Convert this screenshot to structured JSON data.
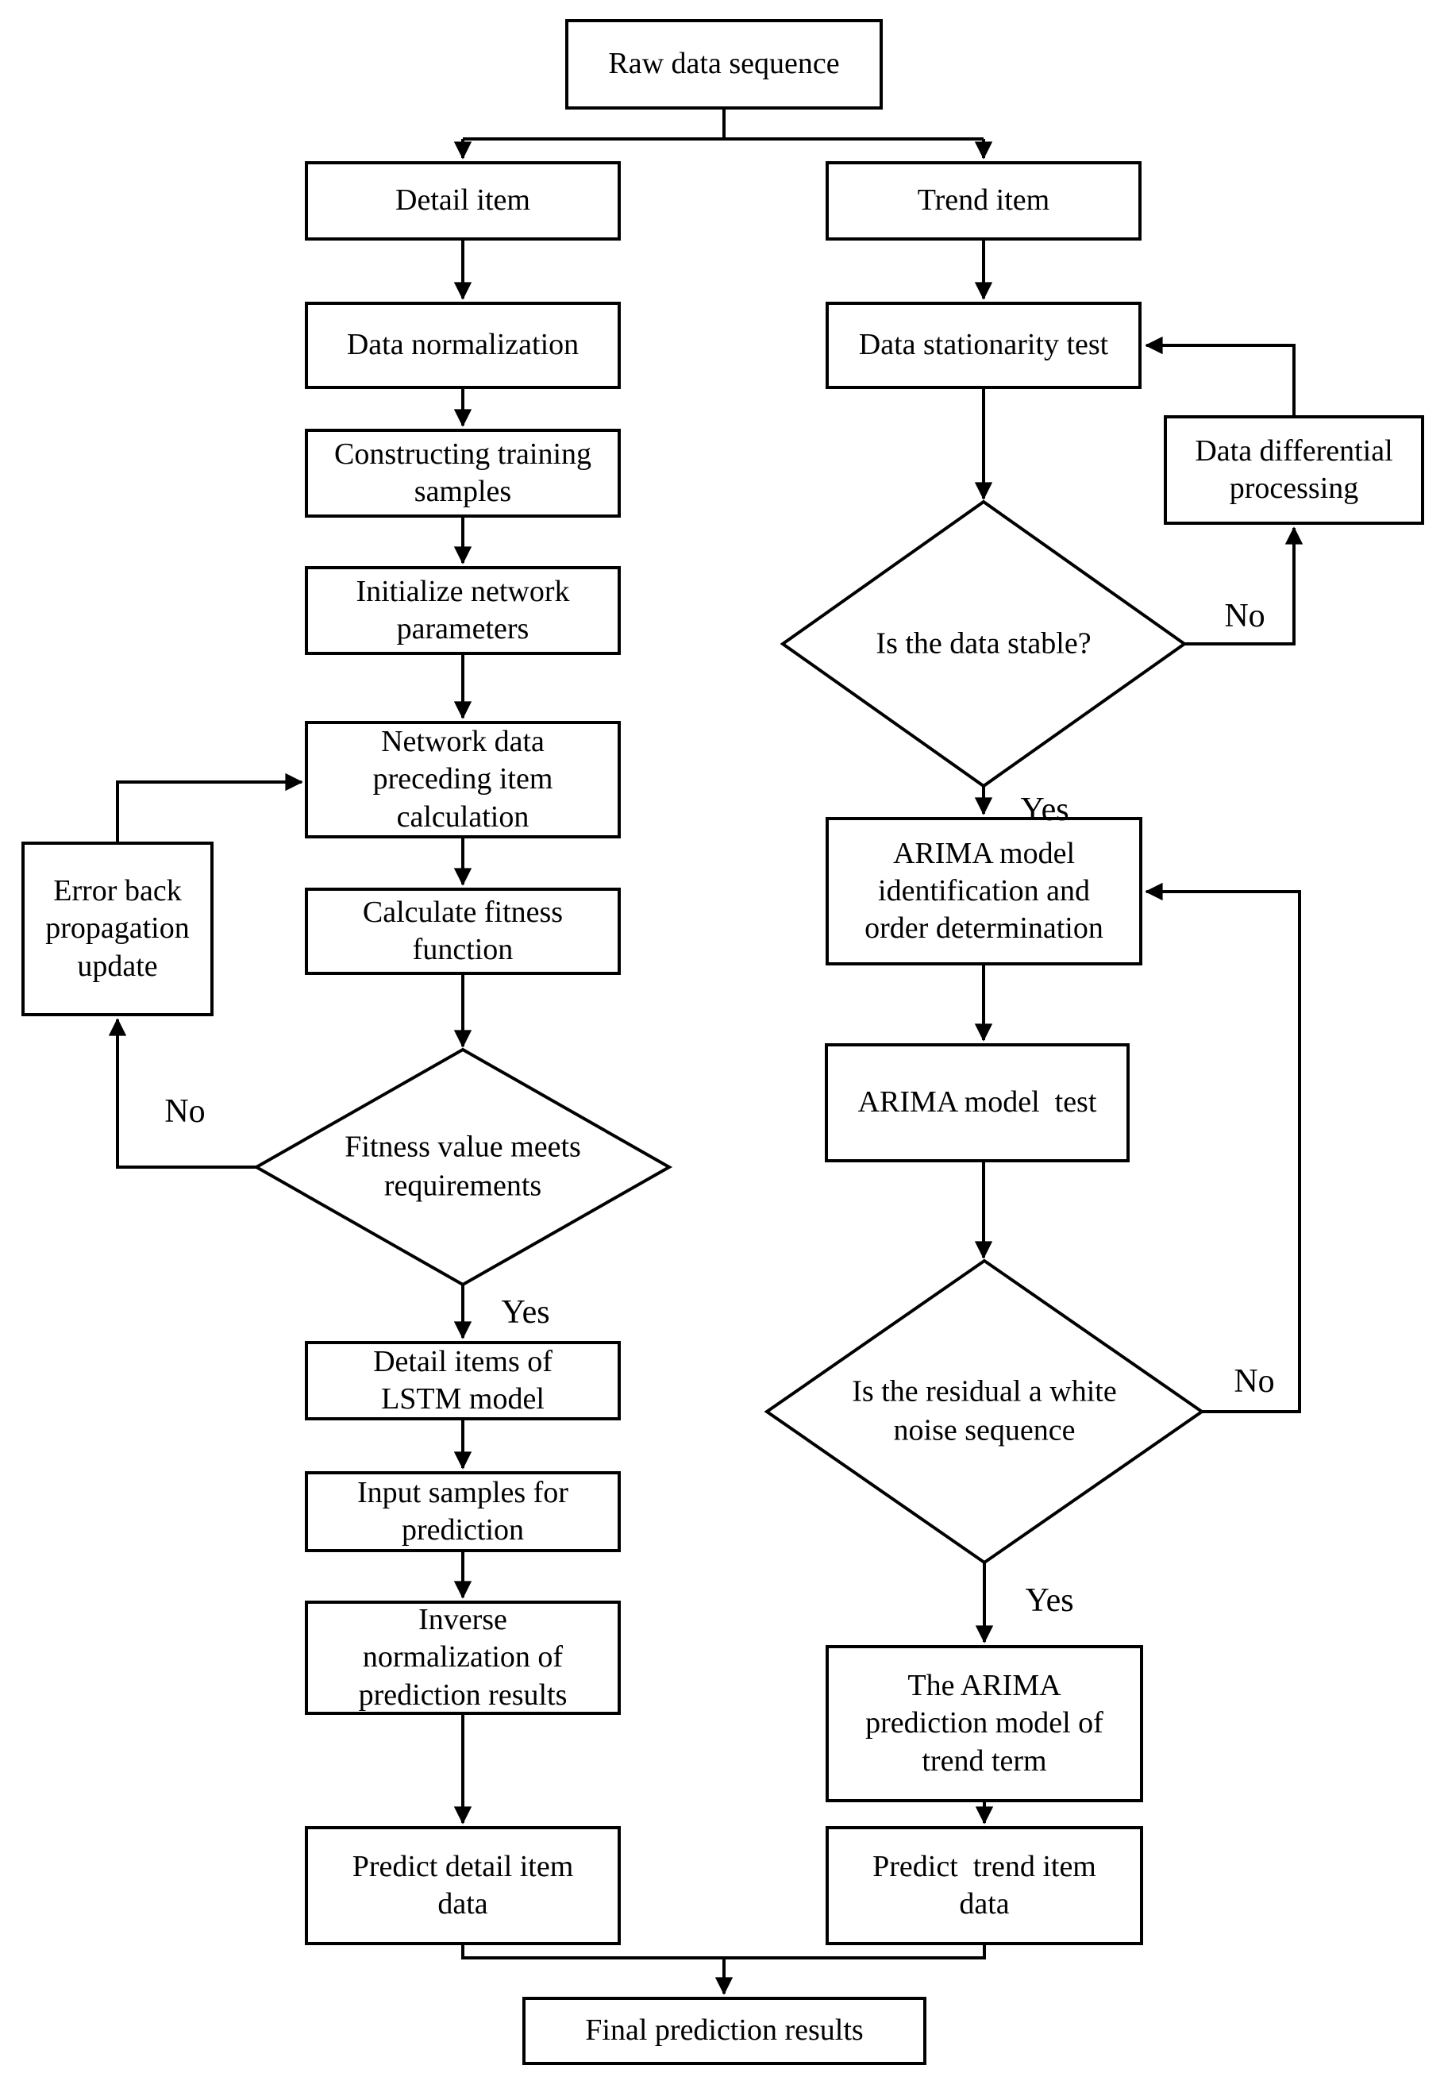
{
  "colors": {
    "line": "#000000",
    "background": "#ffffff",
    "text": "#000000"
  },
  "nodes": {
    "raw": {
      "label": "Raw data sequence"
    },
    "detail_item": {
      "label": "Detail item"
    },
    "data_norm": {
      "label": "Data normalization"
    },
    "constructing": {
      "label": "Constructing training\nsamples"
    },
    "initialize": {
      "label": "Initialize network\nparameters"
    },
    "network_data": {
      "label": "Network data\npreceding item\ncalculation"
    },
    "calc_fitness": {
      "label": "Calculate fitness\nfunction"
    },
    "fitness_diamond": {
      "label": "Fitness value meets\nrequirements"
    },
    "error_back": {
      "label": "Error back\npropagation\nupdate"
    },
    "lstm": {
      "label": "Detail items of\nLSTM model"
    },
    "input_samples": {
      "label": "Input samples for\nprediction"
    },
    "inverse_norm": {
      "label": "Inverse\nnormalization of\nprediction results"
    },
    "predict_detail": {
      "label": "Predict detail item\ndata"
    },
    "trend_item": {
      "label": "Trend item"
    },
    "stationarity": {
      "label": "Data stationarity test"
    },
    "differential": {
      "label": "Data differential\nprocessing"
    },
    "stable_diamond": {
      "label": "Is the data stable?"
    },
    "arima_ident": {
      "label": "ARIMA model\nidentification and\norder determination"
    },
    "arima_test": {
      "label": "ARIMA model  test"
    },
    "residual_diamond": {
      "label": "Is the residual a white\nnoise sequence"
    },
    "arima_pred": {
      "label": "The ARIMA\nprediction model of\ntrend term"
    },
    "predict_trend": {
      "label": "Predict  trend item\ndata"
    },
    "final": {
      "label": "Final prediction results"
    }
  },
  "edge_labels": {
    "stable_no": "No",
    "stable_yes": "Yes",
    "fitness_no": "No",
    "fitness_yes": "Yes",
    "residual_no": "No",
    "residual_yes": "Yes"
  }
}
